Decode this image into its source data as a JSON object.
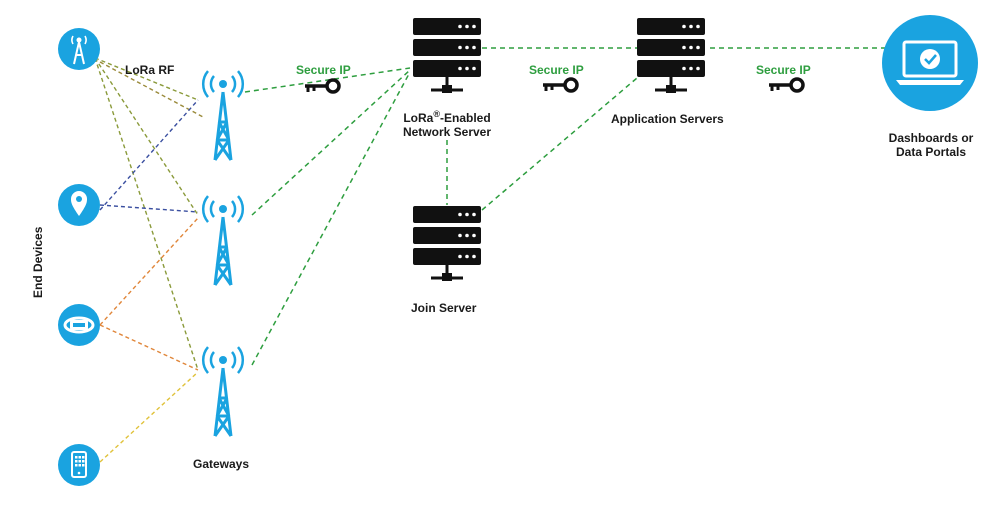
{
  "labels": {
    "lora_rf": "LoRa RF",
    "end_devices": "End Devices",
    "gateways": "Gateways",
    "network_server_l1_pre": "LoRa",
    "network_server_l1_sup": "®",
    "network_server_l1_post": "-Enabled",
    "network_server_l2": "Network Server",
    "join_server": "Join Server",
    "application_servers": "Application Servers",
    "dashboards_l1": "Dashboards or",
    "dashboards_l2": "Data Portals",
    "secure_ip_1": "Secure IP",
    "secure_ip_2": "Secure IP",
    "secure_ip_3": "Secure IP"
  },
  "colors": {
    "blue": "#1aa3e0",
    "black": "#111111",
    "green_dash": "#2e9e3f",
    "olive_dash": "#8a9a3a",
    "navy_dash": "#3a4fa0",
    "orange_dash": "#e0863a",
    "yellow_dash": "#e0c23a"
  },
  "end_devices": [
    {
      "icon": "antenna-sensor-icon"
    },
    {
      "icon": "location-pin-icon"
    },
    {
      "icon": "wristband-tracker-icon"
    },
    {
      "icon": "smartphone-icon"
    }
  ]
}
